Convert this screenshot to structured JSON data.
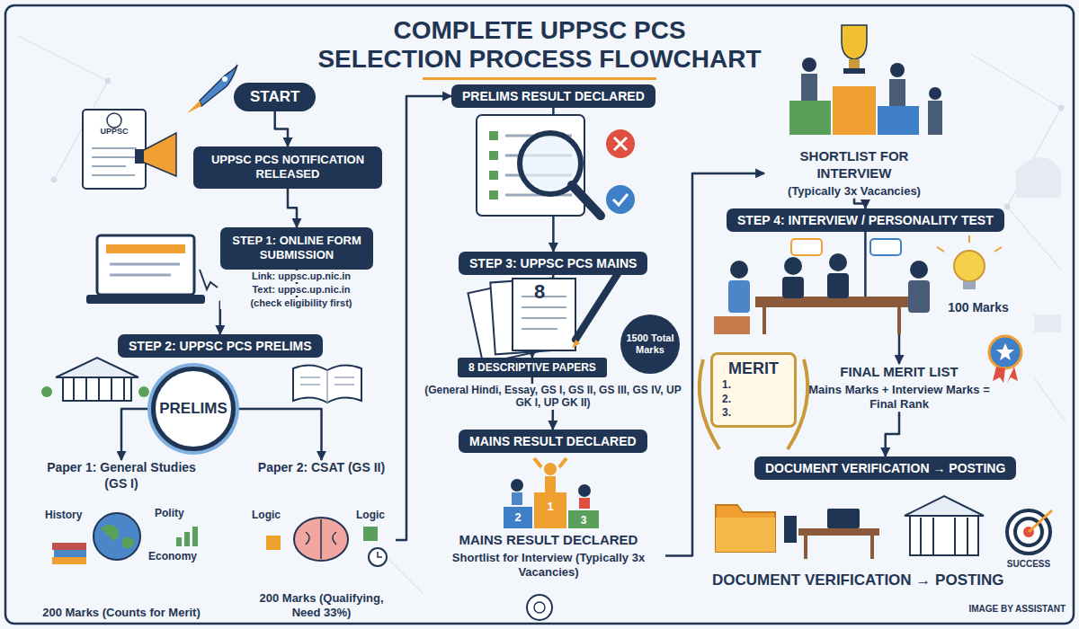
{
  "diagram": {
    "title": "COMPLETE UPPSC PCS SELECTION PROCESS FLOWCHART",
    "nodes": [
      {
        "text": [
          "START"
        ]
      },
      {
        "text": [
          "UPPSC PCS NOTIFICATION RELEASED"
        ]
      },
      {
        "text": [
          "STEP 1: ONLINE FORM SUBMISSION"
        ]
      },
      {
        "text": [
          "STEP 2: UPPSC PCS PRELIMS"
        ]
      },
      {
        "text": [
          "PRELIMS"
        ]
      },
      {
        "text": [
          "Paper 1: General Studies (GS I)",
          "200 Marks (Counts for Merit)"
        ]
      },
      {
        "text": [
          "Paper 2: CSAT (GS II)",
          "200 Marks (Qualifying, Need 33%)"
        ]
      },
      {
        "text": [
          "PRELIMS RESULT DECLARED"
        ]
      },
      {
        "text": [
          "STEP 3: UPPSC PCS MAINS"
        ]
      },
      {
        "text": [
          "8 DESCRIPTIVE PAPERS"
        ]
      },
      {
        "text": [
          "1500 Total Marks"
        ]
      },
      {
        "text": [
          "MAINS RESULT DECLARED"
        ]
      },
      {
        "text": [
          "MAINS RESULT DECLARED",
          "Shortlist for Interview (Typically 3x Vacancies)"
        ]
      },
      {
        "text": [
          "SHORTLIST FOR INTERVIEW",
          "(Typically 3x Vacancies)"
        ]
      },
      {
        "text": [
          "STEP 4: INTERVIEW / PERSONALITY TEST"
        ]
      },
      {
        "text": [
          "MERIT",
          "1.",
          "2.",
          "3."
        ]
      },
      {
        "text": [
          "FINAL MERIT LIST",
          "Mains Marks + Interview Marks = Final Rank"
        ]
      },
      {
        "text": [
          "DOCUMENT VERIFICATION → POSTING"
        ]
      }
    ],
    "edges": [
      {
        "from": 0,
        "to": 1,
        "arrow": "to"
      },
      {
        "from": 1,
        "to": 2,
        "arrow": "to"
      },
      {
        "from": 2,
        "to": 3,
        "arrow": "to"
      },
      {
        "from": 4,
        "to": 5,
        "arrow": "to"
      },
      {
        "from": 4,
        "to": 6,
        "arrow": "to"
      },
      {
        "from": 6,
        "to": 7,
        "arrow": "to"
      },
      {
        "from": 7,
        "to": 8,
        "arrow": "to"
      },
      {
        "from": 8,
        "to": 9,
        "arrow": "to"
      },
      {
        "from": 9,
        "to": 11,
        "arrow": "to"
      },
      {
        "from": 12,
        "to": 13,
        "arrow": "to"
      },
      {
        "from": 13,
        "to": 14,
        "arrow": "to"
      },
      {
        "from": 14,
        "to": 16,
        "arrow": "to"
      },
      {
        "from": 16,
        "to": 17,
        "arrow": "to"
      }
    ],
    "labels": [
      "UPPSC",
      "Link: uppsc.up.nic.in",
      "Text: uppsc.up.nic.in",
      "(check eligibility first)",
      "History",
      "Polity",
      "Economy",
      "Logic",
      "Logic",
      "8",
      "(General Hindi, Essay, GS I, GS II, GS III, GS IV, UP GK I, UP GK II)",
      "2",
      "1",
      "3",
      "100 Marks",
      "DOCUMENT VERIFICATION → POSTING",
      "SUCCESS",
      "IMAGE BY ASSISTANT"
    ]
  }
}
